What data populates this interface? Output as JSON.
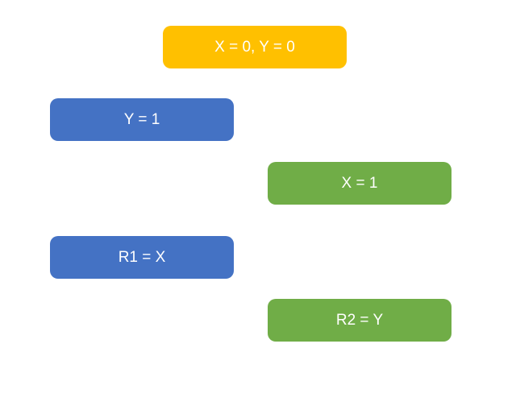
{
  "diagram": {
    "background_color": "#ffffff",
    "label_text_color": "#ffffff",
    "colors": {
      "initial_state_fill": "#FFC000",
      "thread1_fill": "#4472C4",
      "thread2_fill": "#70AD47"
    },
    "nodes": [
      {
        "id": "initial-state",
        "label": "X = 0, Y = 0",
        "fill": "#FFC000"
      },
      {
        "id": "thread1-write",
        "label": "Y = 1",
        "fill": "#4472C4"
      },
      {
        "id": "thread2-write",
        "label": "X = 1",
        "fill": "#70AD47"
      },
      {
        "id": "thread1-read",
        "label": "R1 = X",
        "fill": "#4472C4"
      },
      {
        "id": "thread2-read",
        "label": "R2 = Y",
        "fill": "#70AD47"
      }
    ]
  }
}
